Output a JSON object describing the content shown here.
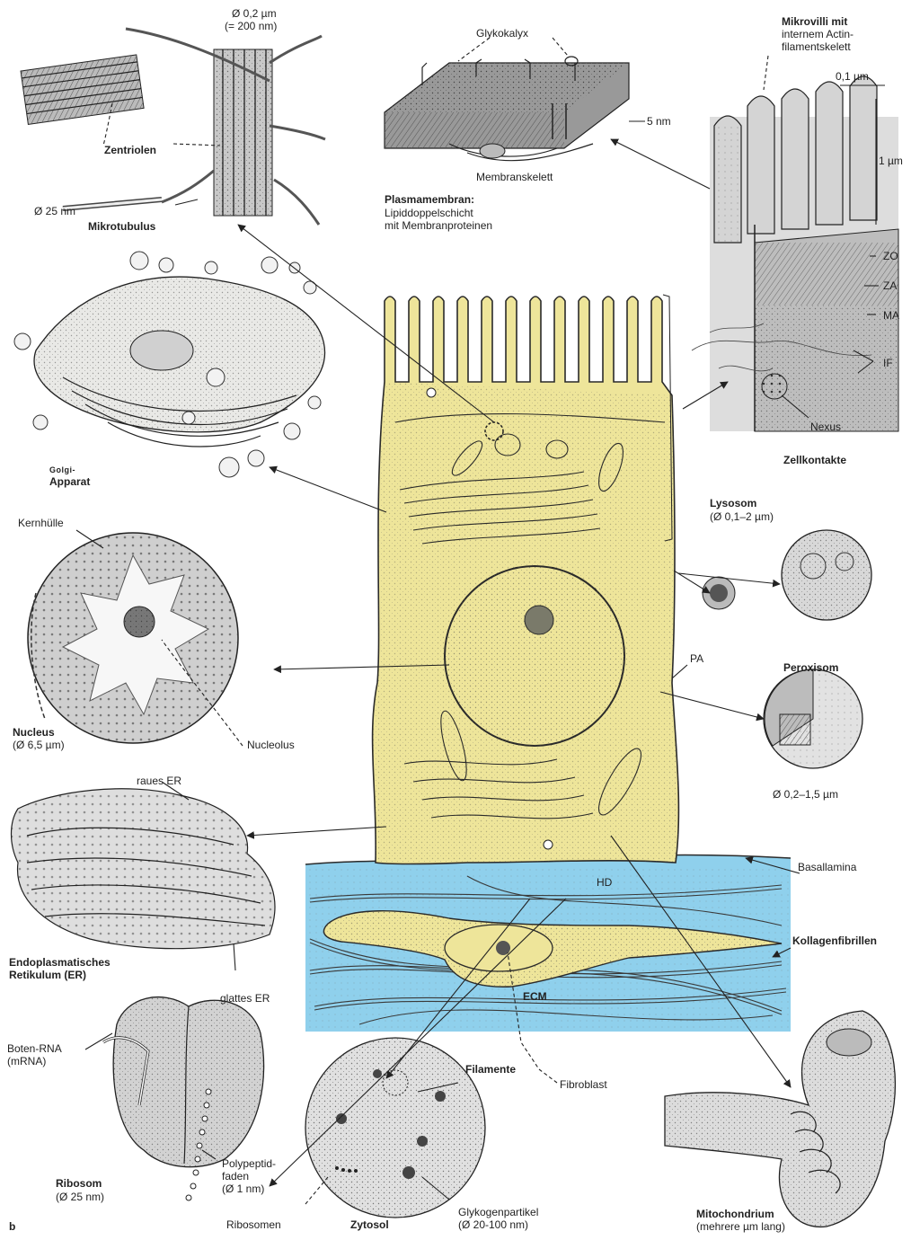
{
  "colors": {
    "cell_fill": "#eee59a",
    "ecm_fill": "#8fd0ec",
    "ink": "#2a2a2a",
    "organelle_fill": "#e9e9e6"
  },
  "labels": {
    "centriole_diameter": "Ø 0,2 µm",
    "centriole_diameter_nm": "(= 200 nm)",
    "zentriolen": "Zentriolen",
    "mikrotubulus_diameter": "Ø 25 nm",
    "mikrotubulus": "Mikrotubulus",
    "glykokalyx": "Glykokalyx",
    "membrane_thickness": "5 nm",
    "membranskelett": "Membranskelett",
    "plasmamembran_title": "Plasmamembran:",
    "plasmamembran_line1": "Lipiddoppelschicht",
    "plasmamembran_line2": "mit Membranproteinen",
    "mikrovilli_line1": "Mikrovilli mit",
    "mikrovilli_line2": "internem Actin-",
    "mikrovilli_line3": "filamentskelett",
    "microvilli_width": "0,1 µm",
    "microvilli_length": "1 µm",
    "zo": "ZO",
    "za": "ZA",
    "ma": "MA",
    "if": "IF",
    "nexus": "Nexus",
    "zellkontakte": "Zellkontakte",
    "golgi_caps": "Golgi-",
    "golgi_line2": "Apparat",
    "kernhulle": "Kernhülle",
    "nucleus": "Nucleus",
    "nucleus_size": "(Ø 6,5 µm)",
    "nucleolus": "Nucleolus",
    "lysosom": "Lysosom",
    "lysosom_size": "(Ø 0,1–2 µm)",
    "pa": "PA",
    "peroxisom": "Peroxisom",
    "peroxisom_size": "Ø 0,2–1,5 µm",
    "raues_er": "raues ER",
    "er_line1": "Endoplasmatisches",
    "er_line2": "Retikulum (ER)",
    "glattes_er": "glattes ER",
    "basallamina": "Basallamina",
    "hd": "HD",
    "kollagenfibrillen": "Kollagenfibrillen",
    "ecm": "ECM",
    "boten_rna_line1": "Boten-RNA",
    "boten_rna_line2": "(mRNA)",
    "filamente": "Filamente",
    "fibroblast": "Fibroblast",
    "ribosom": "Ribosom",
    "ribosom_size": "(Ø 25 nm)",
    "polypeptid_line1": "Polypeptid-",
    "polypeptid_line2": "faden",
    "polypeptid_line3": "(Ø 1 nm)",
    "ribosomen": "Ribosomen",
    "zytosol": "Zytosol",
    "glykogen_line1": "Glykogenpartikel",
    "glykogen_line2": "(Ø 20-100 nm)",
    "mitochondrium": "Mitochondrium",
    "mitochondrium_size": "(mehrere µm lang)",
    "panel_letter": "b"
  }
}
